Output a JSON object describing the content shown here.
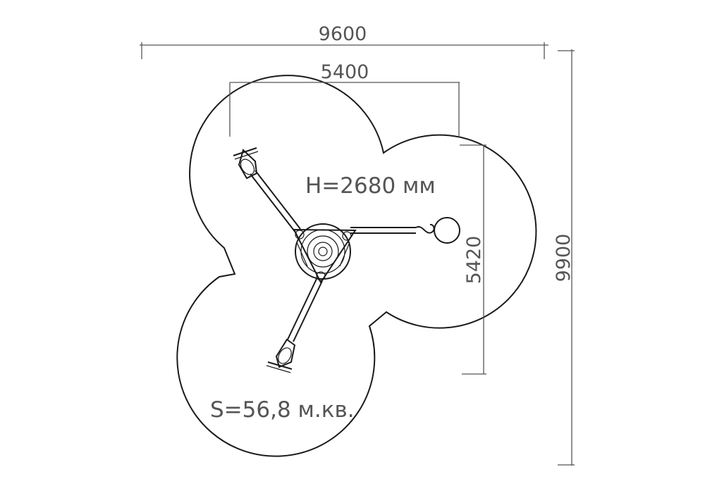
{
  "dimensions": {
    "overall_width": "9600",
    "frame_width": "5400",
    "frame_depth": "5420",
    "overall_depth": "9900"
  },
  "annotations": {
    "height": "H=2680 мм",
    "area": "S=56,8 м.кв."
  },
  "colors": {
    "outline": "#1a1a1a",
    "dimension": "#555555"
  }
}
